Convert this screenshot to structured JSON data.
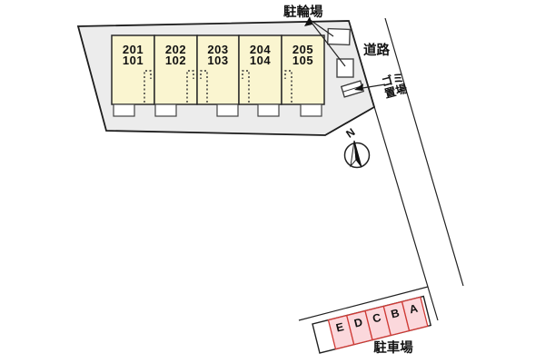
{
  "plan": {
    "title": "site-plan",
    "labels": {
      "bicycle_parking": "駐輪場",
      "road": "道路",
      "garbage_line1": "ゴミ",
      "garbage_line2": "置場",
      "parking_lot": "駐車場",
      "compass_north": "N"
    },
    "building": {
      "units": [
        {
          "upper": "201",
          "lower": "101"
        },
        {
          "upper": "202",
          "lower": "102"
        },
        {
          "upper": "203",
          "lower": "103"
        },
        {
          "upper": "204",
          "lower": "104"
        },
        {
          "upper": "205",
          "lower": "105"
        }
      ]
    },
    "parking": {
      "spaces": [
        "E",
        "D",
        "C",
        "B",
        "A"
      ]
    },
    "colors": {
      "site_fill": "#ececec",
      "building_fill": "#faf5d0",
      "parking_fill": "#fbd8dc",
      "parking_stroke": "#cf3a35",
      "line": "#1c1c1c"
    }
  }
}
